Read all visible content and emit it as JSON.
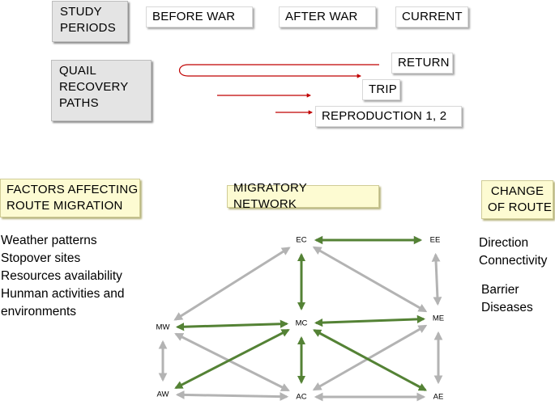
{
  "study_periods": {
    "label": [
      "STUDY",
      "PERIODS"
    ],
    "periods": [
      "BEFORE WAR",
      "AFTER WAR",
      "CURRENT"
    ]
  },
  "quail_recovery_paths": {
    "label": [
      "QUAIL",
      "RECOVERY",
      "PATHS"
    ],
    "stages": [
      "RETURN",
      "TRIP",
      "REPRODUCTION 1, 2"
    ]
  },
  "factors": {
    "title": [
      "FACTORS AFFECTING",
      "ROUTE MIGRATION"
    ],
    "items": [
      "Weather patterns",
      "Stopover sites",
      "Resources availability",
      "Hunman activities and",
      "environments"
    ]
  },
  "network": {
    "title": "MIGRATORY NETWORK",
    "nodes": {
      "EC": "EC",
      "EE": "EE",
      "MW": "MW",
      "MC": "MC",
      "ME": "ME",
      "AW": "AW",
      "AC": "AC",
      "AE": "AE"
    },
    "gray_links": [
      [
        "EC",
        "EE"
      ],
      [
        "AW",
        "AC"
      ],
      [
        "AC",
        "AE"
      ],
      [
        "MW",
        "EC"
      ],
      [
        "MW",
        "AC"
      ],
      [
        "EC",
        "ME"
      ],
      [
        "AC",
        "ME"
      ],
      [
        "EE",
        "ME"
      ],
      [
        "MW",
        "AW"
      ],
      [
        "ME",
        "AE"
      ]
    ],
    "green_links": [
      [
        "EC",
        "MC"
      ],
      [
        "MC",
        "AC"
      ],
      [
        "MW",
        "MC"
      ],
      [
        "MC",
        "ME"
      ],
      [
        "AW",
        "MC"
      ],
      [
        "MC",
        "AE"
      ],
      [
        "EC",
        "EE"
      ]
    ]
  },
  "change_of_route": {
    "title": [
      "CHANGE",
      "OF ROUTE"
    ],
    "items": [
      "Direction",
      "Connectivity",
      "Barrier",
      "Diseases"
    ]
  },
  "colors": {
    "gray_arrow": "#b3b3b3",
    "green_arrow": "#548235",
    "red_arrow": "#c00000",
    "yellow_box": "#fdfbd2",
    "gray_box": "#e4e4e4"
  }
}
